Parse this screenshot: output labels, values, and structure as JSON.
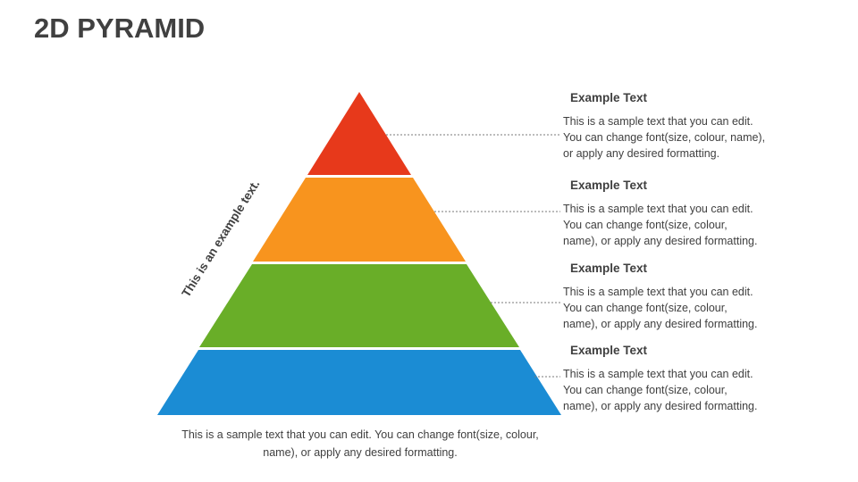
{
  "slide": {
    "title": "2D PYRAMID",
    "side_label": "This is an example text.",
    "caption": "This is a sample text that you can edit. You can change font(size, colour,\nname), or apply any desired formatting."
  },
  "pyramid": {
    "levels": [
      {
        "id": "top",
        "color": "#E7391B",
        "heading": "Example Text",
        "body": "This is a sample text that you can edit.\nYou can change font(size, colour, name),\nor apply any desired formatting."
      },
      {
        "id": "upper-middle",
        "color": "#F8941E",
        "heading": "Example Text",
        "body": "This is a sample text that you can edit.\nYou can change font(size, colour,\nname), or apply any desired formatting."
      },
      {
        "id": "lower-middle",
        "color": "#69AE28",
        "heading": "Example Text",
        "body": "This is a sample text that you can edit.\nYou can change font(size, colour,\nname), or apply any desired formatting."
      },
      {
        "id": "bottom",
        "color": "#1B8CD4",
        "heading": "Example Text",
        "body": "This is a sample text that you can edit.\nYou can change font(size, colour,\nname), or apply any desired formatting."
      }
    ]
  },
  "colors": {
    "title_text": "#404040",
    "body_text": "#3F3F3F",
    "leader_line": "#7A7A7A"
  }
}
